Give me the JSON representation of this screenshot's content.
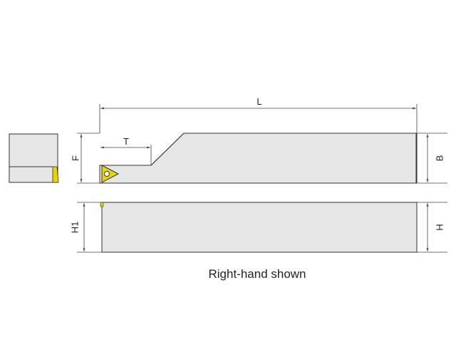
{
  "dimensions": {
    "L": "L",
    "T": "T",
    "F": "F",
    "B": "B",
    "H1": "H1",
    "H": "H"
  },
  "caption": "Right-hand shown",
  "colors": {
    "body": "#e6e6e6",
    "outline": "#333333",
    "insert": "#e8d400"
  }
}
